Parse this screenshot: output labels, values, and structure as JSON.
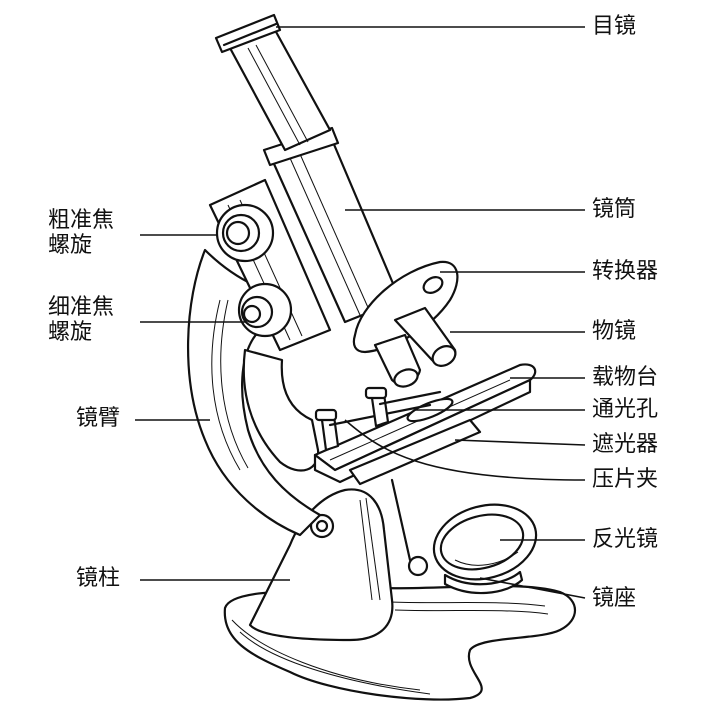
{
  "labels": {
    "eyepiece": "目镜",
    "tube": "镜筒",
    "nosepiece": "转换器",
    "objective": "物镜",
    "stage": "载物台",
    "aperture": "通光孔",
    "diaphragm": "遮光器",
    "clip": "压片夹",
    "mirror": "反光镜",
    "base": "镜座",
    "coarse_line1": "粗准焦",
    "coarse_line2": "螺旋",
    "fine_line1": "细准焦",
    "fine_line2": "螺旋",
    "arm": "镜臂",
    "pillar": "镜柱"
  }
}
